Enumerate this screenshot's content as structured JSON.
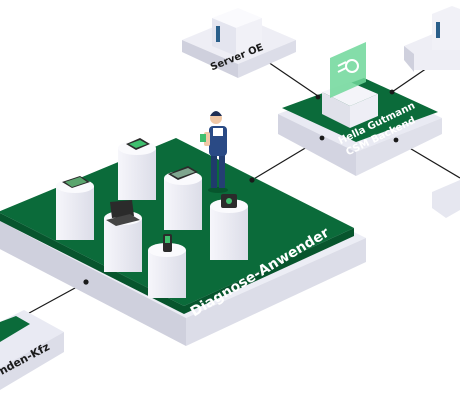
{
  "nodes": {
    "diagnose": {
      "label": "Diagnose-Anwender"
    },
    "backend": {
      "label_line1": "Hella Gutmann",
      "label_line2": "CSM Backend"
    },
    "server_oe": {
      "label": "Server OE"
    },
    "kunden": {
      "label": "nden-Kfz"
    }
  },
  "colors": {
    "platform_green": "#0b6b3a",
    "platform_green_dark": "#07552d",
    "platform_base": "#e9eaf3",
    "accent_screen_green": "#3fbf6f",
    "connector_line": "#1a1a1a"
  },
  "icons": [
    "server-rack-icon",
    "cloud-app-icon",
    "person-technician-icon",
    "tablet-icon",
    "laptop-icon",
    "diagnostic-device-icon",
    "handheld-scanner-icon"
  ]
}
